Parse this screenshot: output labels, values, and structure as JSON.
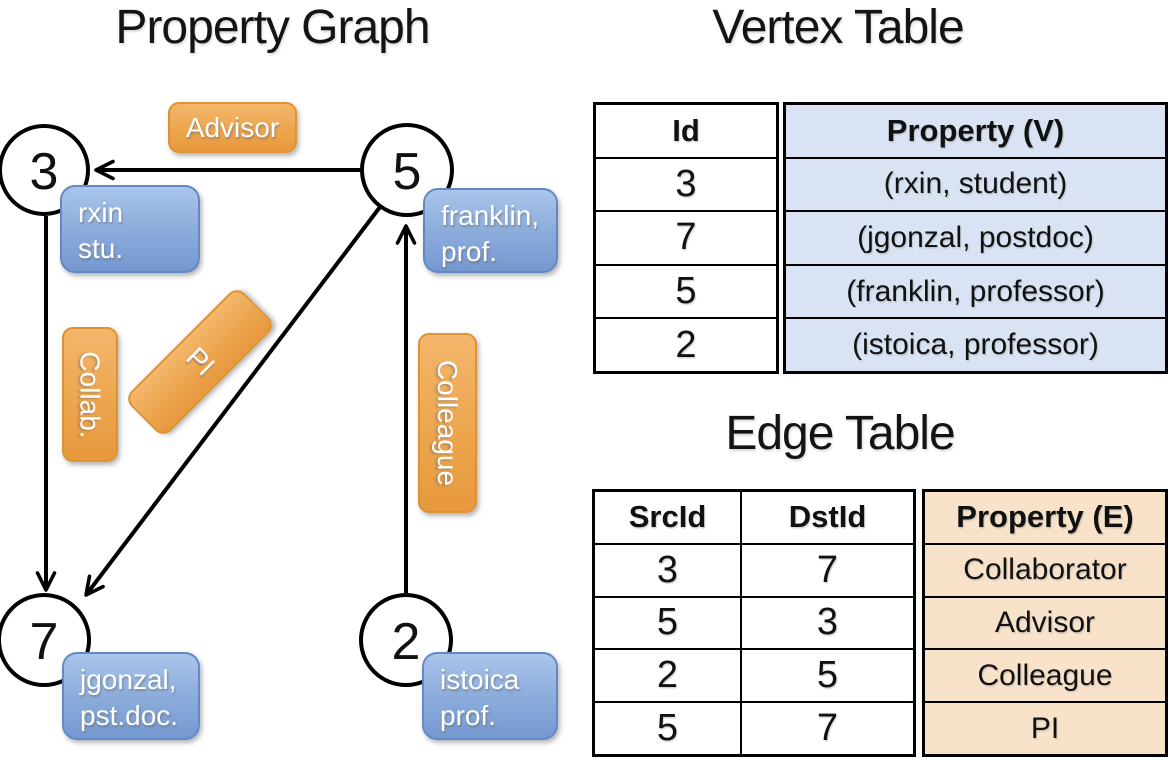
{
  "graph": {
    "title": "Property Graph",
    "vertices": [
      {
        "id": "3",
        "property_lines": [
          "rxin",
          "stu."
        ]
      },
      {
        "id": "5",
        "property_lines": [
          "franklin,",
          "prof."
        ]
      },
      {
        "id": "7",
        "property_lines": [
          "jgonzal,",
          "pst.doc."
        ]
      },
      {
        "id": "2",
        "property_lines": [
          "istoica",
          "prof."
        ]
      }
    ],
    "edge_labels": {
      "advisor": "Advisor",
      "collab": "Collab.",
      "pi": "PI",
      "colleague": "Colleague"
    }
  },
  "vertex_table": {
    "title": "Vertex Table",
    "id_header": "Id",
    "property_header": "Property (V)",
    "rows": [
      {
        "id": "3",
        "property": "(rxin, student)"
      },
      {
        "id": "7",
        "property": "(jgonzal, postdoc)"
      },
      {
        "id": "5",
        "property": "(franklin, professor)"
      },
      {
        "id": "2",
        "property": "(istoica, professor)"
      }
    ]
  },
  "edge_table": {
    "title": "Edge Table",
    "src_header": "SrcId",
    "dst_header": "DstId",
    "property_header": "Property (E)",
    "rows": [
      {
        "src": "3",
        "dst": "7",
        "property": "Collaborator"
      },
      {
        "src": "5",
        "dst": "3",
        "property": "Advisor"
      },
      {
        "src": "2",
        "dst": "5",
        "property": "Colleague"
      },
      {
        "src": "5",
        "dst": "7",
        "property": "PI"
      }
    ]
  },
  "colors": {
    "edge_label_top": "#f4b66c",
    "edge_label_bottom": "#e8983d",
    "vertex_label_top": "#aac5eb",
    "vertex_label_bottom": "#7598d1",
    "vertex_table_fill": "#d9e3f3",
    "edge_table_fill": "#f8e3ca",
    "line_color": "#000000"
  }
}
